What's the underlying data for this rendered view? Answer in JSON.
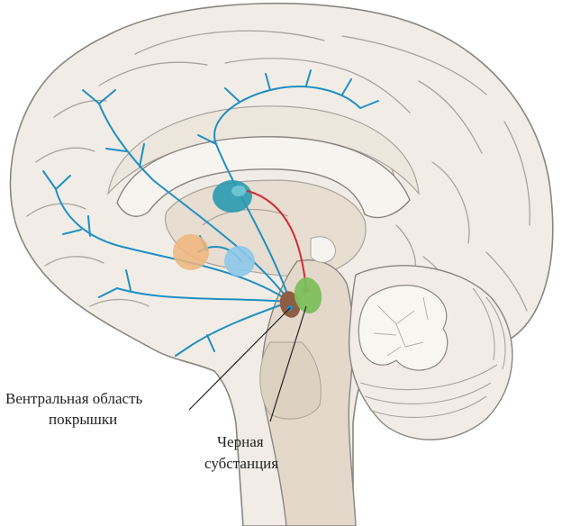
{
  "labels": {
    "vta_line1": "Вентральная область",
    "vta_line2": "покрышки",
    "sn_line1": "Черная",
    "sn_line2": "субстанция"
  },
  "colors": {
    "background": "#ffffff",
    "cortex": "#f1ede6",
    "cortex_outline": "#8a8580",
    "deep_structure": "#e7ddd0",
    "brainstem": "#e3d8ca",
    "dopamine_pathway": "#1f8fc4",
    "nigrostriatal_pathway": "#d42a36",
    "striatum_teal": "#2a9ab0",
    "nucleus_orange": "#efb57c",
    "nucleus_blue": "#8cc8ea",
    "vta_brown": "#8e5d44",
    "substantia_nigra_green": "#7cbf5b",
    "label_text": "#222222"
  },
  "icons": [
    "brain-sagittal-section",
    "cerebellum-arbor-vitae"
  ]
}
